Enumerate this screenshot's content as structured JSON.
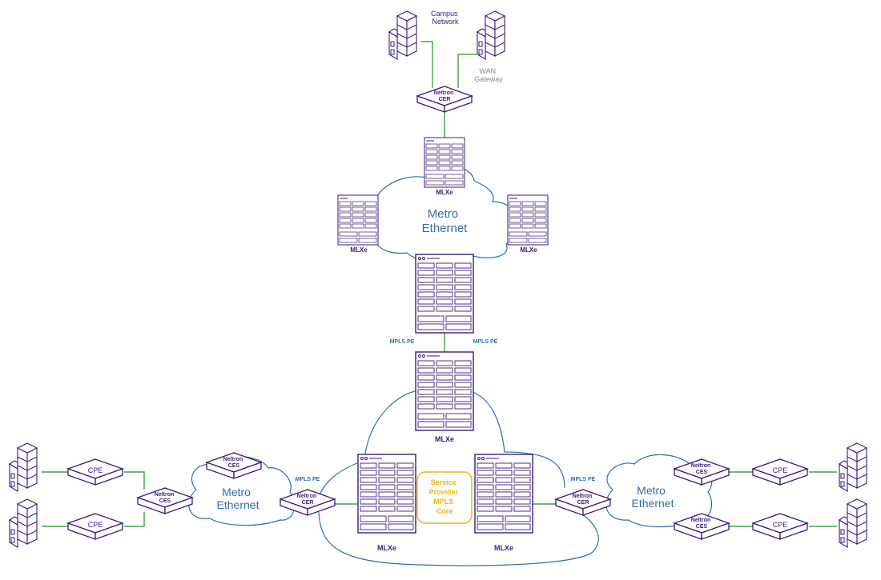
{
  "labels": {
    "campus_network": [
      "Campus",
      "Network"
    ],
    "wan_gateway": [
      "WAN",
      "Gateway"
    ],
    "neltron_cer_top": [
      "Neltron",
      "CER"
    ],
    "mlxe_top": "MLXe",
    "mlxe_metro_left": "MLXe",
    "mlxe_metro_right": "MLXe",
    "metro_ethernet_top": [
      "Metro",
      "Ethernet"
    ],
    "mpls_pe_left": "MPLS PE",
    "mpls_pe_right": "MPLS PE",
    "mlxe_core_top": "MLXe",
    "mlxe_core_left": "MLXe",
    "mlxe_core_right": "MLXe",
    "service_provider_core": [
      "Service",
      "Provider",
      "MPLS",
      "Core"
    ],
    "neltron_ces_top_left": [
      "Neltron",
      "CES"
    ],
    "neltron_ces_left": [
      "Neltron",
      "CES"
    ],
    "neltron_cer_left": [
      "Neltron",
      "CER"
    ],
    "mpls_pe_bottom_left": "MPLS PE",
    "metro_ethernet_left": [
      "Metro",
      "Ethernet"
    ],
    "cpe_left_top": "CPE",
    "cpe_left_bottom": "CPE",
    "neltron_cer_right": [
      "Neltron",
      "CER"
    ],
    "mpls_pe_bottom_right": "MPLS PE",
    "metro_ethernet_right": [
      "Metro",
      "Ethernet"
    ],
    "neltron_ces_right_top": [
      "Neltron",
      "CES"
    ],
    "neltron_ces_right_bottom": [
      "Neltron",
      "CES"
    ],
    "cpe_right_top": "CPE",
    "cpe_right_bottom": "CPE"
  },
  "colors": {
    "device_stroke": "#3b1c7a",
    "device_fill": "#ffffff",
    "cloud_stroke": "#2f6fa8",
    "cloud_text": "#2f6fa8",
    "link_green": "#43a047",
    "mpls_label": "#2f6fa8",
    "core_label": "#f5b400",
    "gray_text": "#888888",
    "dark_text": "#3b1c7a"
  }
}
